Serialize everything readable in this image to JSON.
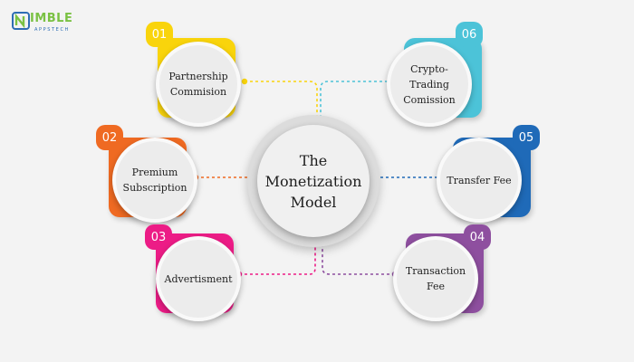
{
  "logo": {
    "word": "IMBLE",
    "sub": "APPSTECH"
  },
  "center": {
    "title": "The Monetization Model"
  },
  "items": [
    {
      "number": "01",
      "label": "Partnership Commision",
      "color": "#f9d40c"
    },
    {
      "number": "02",
      "label": "Premium Subscription",
      "color": "#ef6a22"
    },
    {
      "number": "03",
      "label": "Advertisment",
      "color": "#ec1c86"
    },
    {
      "number": "04",
      "label": "Transaction Fee",
      "color": "#8e4f9f"
    },
    {
      "number": "05",
      "label": "Transfer Fee",
      "color": "#1f6ab8"
    },
    {
      "number": "06",
      "label": "Crypto-Trading Comission",
      "color": "#4cc3d8"
    }
  ]
}
